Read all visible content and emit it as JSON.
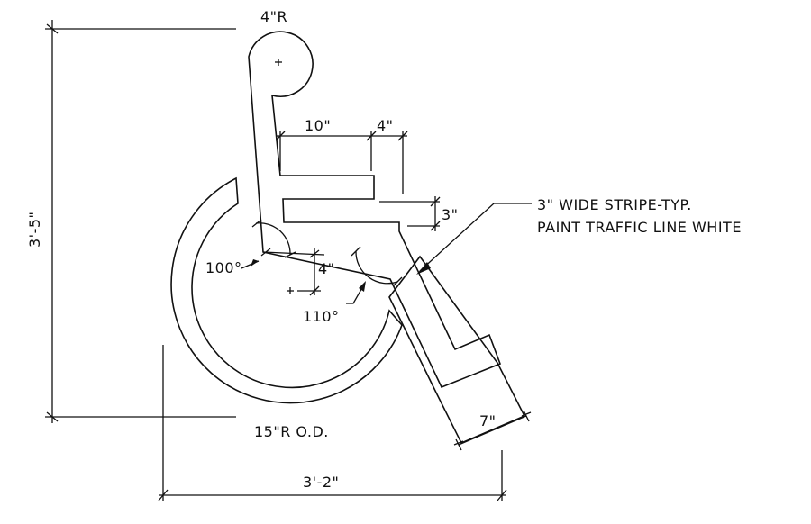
{
  "drawing": {
    "labels": {
      "head_radius": "4\"R",
      "seat_length": "10\"",
      "arm_length": "4\"",
      "stripe_width": "3\"",
      "note_line1": "3\" WIDE STRIPE-TYP.",
      "note_line2": "PAINT TRAFFIC LINE WHITE",
      "overall_height": "3'-5\"",
      "angle_back": "100°",
      "center_offset": "4\"",
      "angle_leg": "110°",
      "foot_width": "7\"",
      "wheel_radius": "15\"R O.D.",
      "overall_width": "3'-2\""
    },
    "colors": {
      "ink": "#111111",
      "paper": "#ffffff"
    }
  }
}
